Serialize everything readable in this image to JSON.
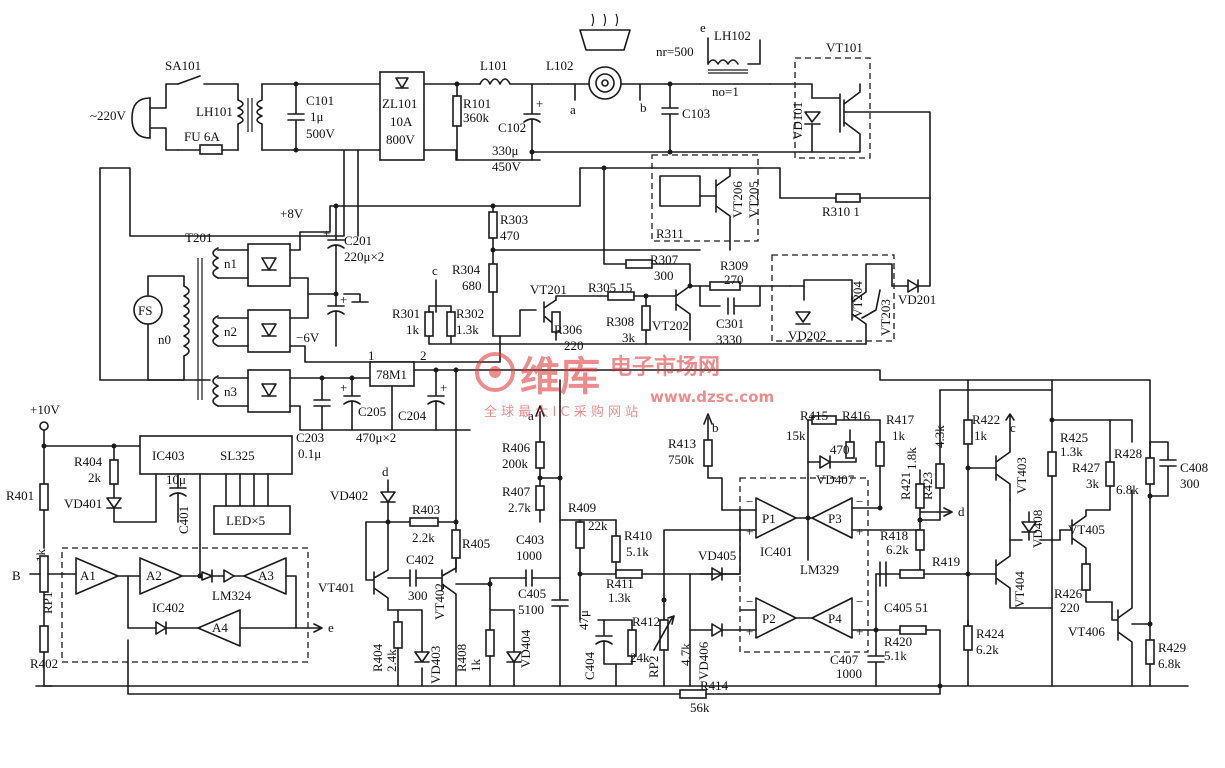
{
  "labels": {
    "mains": "~220V",
    "sa101": "SA101",
    "lh101": "LH101",
    "fu": "FU 6A",
    "c101a": "C101",
    "c101b": "1μ",
    "c101c": "500V",
    "zl101a": "ZL101",
    "zl101b": "10A",
    "zl101c": "800V",
    "l101": "L101",
    "r101a": "R101",
    "r101b": "360k",
    "l102": "L102",
    "pt_a": "a",
    "pt_b": "b",
    "c102": "C102",
    "c102v": "330μ",
    "c102w": "450V",
    "c103": "C103",
    "nr": "nr=500",
    "no": "no=1",
    "lh102": "LH102",
    "pt_e": "e",
    "vt101": "VT101",
    "vd101": "VD101",
    "vt206": "VT206",
    "vt205": "VT205",
    "r311": "R311",
    "r310": "R310 1",
    "plus8": "+8V",
    "t201": "T201",
    "c201": "C201",
    "c201v": "220μ×2",
    "r303": "R303",
    "r303v": "470",
    "r304": "R304",
    "r304v": "680",
    "r307": "R307",
    "r307v": "300",
    "r309": "R309",
    "r309v": "270",
    "vt204": "VT204",
    "vt203": "VT203",
    "vd201": "VD201",
    "vd202": "VD202",
    "n1": "n1",
    "n2": "n2",
    "n3": "n3",
    "n0": "n0",
    "fs": "FS",
    "minus6": "−6V",
    "pt_c": "c",
    "r301": "R301",
    "r301v": "1k",
    "r302": "R302",
    "r302v": "1.3k",
    "vt201": "VT201",
    "r305": "R305 15",
    "r306": "R306",
    "r306v": "220",
    "r308": "R308",
    "r308v": "3k",
    "vt202": "VT202",
    "c301": "C301",
    "c301v": "3330",
    "reg": "78M1",
    "reg_in": "1",
    "reg_out": "2",
    "c203": "C203",
    "c203v": "0.1μ",
    "c205": "C205",
    "c204": "C204",
    "c204v": "470μ×2",
    "plus10": "+10V",
    "r404": "R404",
    "r404v": "2k",
    "ic403": "IC403",
    "sl325": "SL325",
    "vd401": "VD401",
    "c401": "C401",
    "c401v": "10μ",
    "led": "LED×5",
    "r401": "R401",
    "pt_B": "B",
    "rp1": "RP1",
    "rp1v": "1k",
    "r402": "R402",
    "a1": "A1",
    "a2": "A2",
    "a3": "A3",
    "a4": "A4",
    "ic402": "IC402",
    "lm324": "LM324",
    "pt_d": "d",
    "vd402": "VD402",
    "r403": "R403",
    "r403v": "2.2k",
    "c402": "C402",
    "c402v": "300",
    "vt401": "VT401",
    "vt402": "VT402",
    "r405": "R405",
    "r4042": "R404",
    "r4042v": "2.4k",
    "vd403": "VD403",
    "r408": "R408",
    "r408v": "1k",
    "vd404": "VD404",
    "r406": "R406",
    "r406v": "200k",
    "r407": "R407",
    "r407v": "2.7k",
    "c403": "C403",
    "c403v": "1000",
    "c405a": "C405",
    "c405av": "5100",
    "r409": "R409",
    "r409v": "22k",
    "r410": "R410",
    "r410v": "5.1k",
    "r411": "R411",
    "r411v": "1.3k",
    "c404": "C404",
    "c404v": "47μ",
    "r412": "R412",
    "r412v": "24k",
    "rp2": "RP2",
    "rp2v": "4.7k",
    "r413": "R413",
    "r413v": "750k",
    "vd405": "VD405",
    "vd406": "VD406",
    "p1": "P1",
    "p2": "P2",
    "p3": "P3",
    "p4": "P4",
    "ic401": "IC401",
    "lm329": "LM329",
    "r415": "R415",
    "r415v": "15k",
    "r416": "R416",
    "r416v": "470",
    "r417": "R417",
    "r417v": "1k",
    "vd407": "VD407",
    "r421": "R421",
    "r421v": "1.8k",
    "r423": "R423",
    "r423v": "4.3k",
    "r418": "R418",
    "r418v": "6.2k",
    "r419": "R419",
    "c405b": "C405 51",
    "r420": "R420",
    "r420v": "5.1k",
    "c407": "C407",
    "c407v": "1000",
    "r414": "R414",
    "r414v": "56k",
    "r422": "R422",
    "r422v": "1k",
    "vt403": "VT403",
    "vt404": "VT404",
    "vd408": "VD408",
    "vt405": "VT405",
    "r425": "R425",
    "r425v": "1.3k",
    "r427": "R427",
    "r427v": "3k",
    "r428": "R428",
    "r428v": "6.8k",
    "c408": "C408",
    "c408v": "300",
    "r426": "R426",
    "r426v": "220",
    "vt406": "VT406",
    "r424": "R424",
    "r424v": "6.2k",
    "r429": "R429",
    "r429v": "6.8k"
  },
  "watermark": {
    "brand": "维库",
    "title": "电子市场网",
    "url": "www.dzsc.com",
    "slogan": "全 球 最 大 I C 采 购 网 站"
  },
  "colors": {
    "line": "#1a1a1a",
    "watermark": "#e03030"
  }
}
